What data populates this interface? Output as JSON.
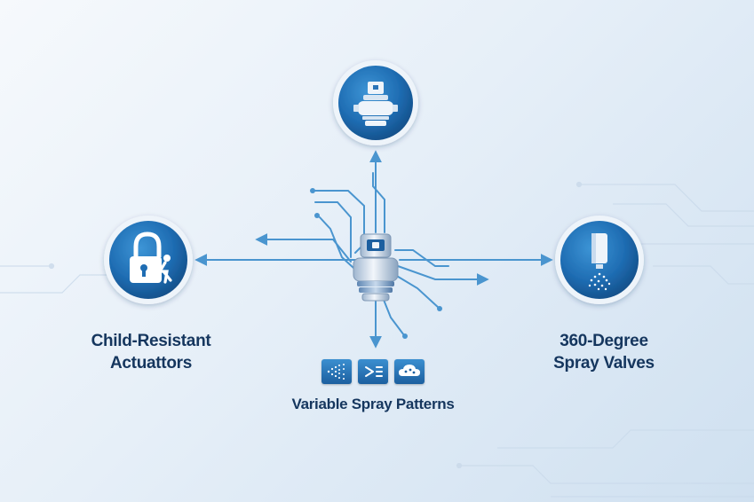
{
  "colors": {
    "primary": "#1e6aaf",
    "primary_dark": "#134e87",
    "connector": "#4a95cf",
    "label": "#15365e",
    "background": "#e6eff8"
  },
  "nodes": {
    "top": {
      "icon": "spray-valve-icon",
      "label": ""
    },
    "left": {
      "icon": "padlock-child-icon",
      "label_line1": "Child-Resistant",
      "label_line2": "Actuattors"
    },
    "right": {
      "icon": "spray-bottle-icon",
      "label_line1": "360-Degree",
      "label_line2": "Spray Valves"
    },
    "bottom": {
      "label": "Variable Spray Patterns",
      "icons": [
        "mist-spray-icon",
        "fan-spray-icon",
        "cloud-spray-icon"
      ]
    },
    "center": {
      "icon": "aerosol-valve-hub-icon"
    }
  }
}
